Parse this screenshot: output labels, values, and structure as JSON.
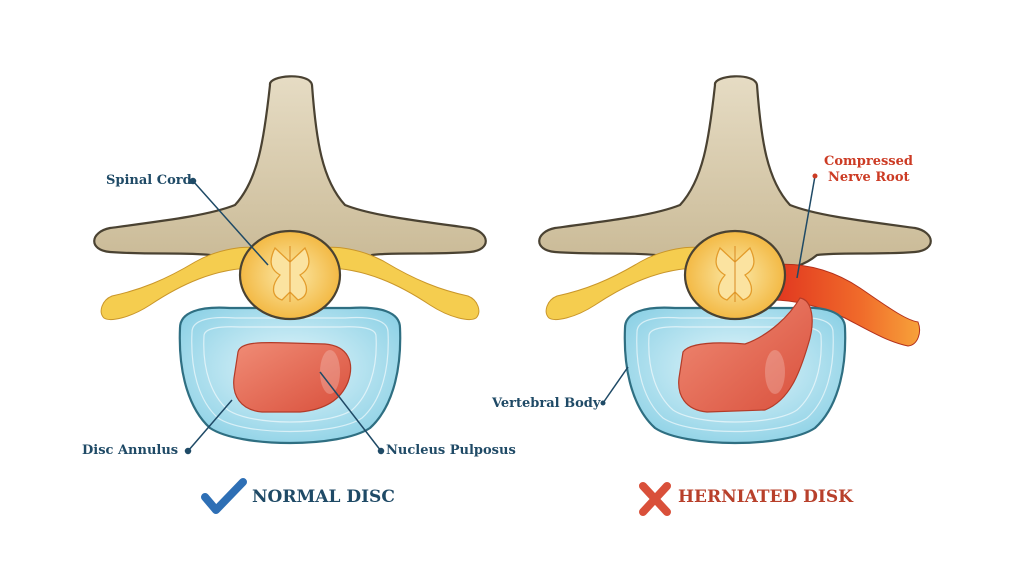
{
  "panels": {
    "normal": {
      "caption": "NORMAL DISC",
      "icon": "check-icon",
      "labels": {
        "spinal_cord": "Spinal Cord",
        "disc_annulus": "Disc Annulus",
        "nucleus_pulposus": "Nucleus Pulposus"
      }
    },
    "herniated": {
      "caption": "HERNIATED DISK",
      "icon": "cross-icon",
      "labels": {
        "compressed_line1": "Compressed",
        "compressed_line2": "Nerve Root",
        "vertebral_body": "Vertebral Body"
      }
    }
  },
  "colors": {
    "bone": "#d9cdb3",
    "bone_outline": "#4a4232",
    "disc": "#bfe6f2",
    "nucleus": "#e8604a",
    "nerve": "#f5cd4f",
    "compressed_nerve": "#e8452a",
    "label_blue": "#1f4a66",
    "label_red": "#cc3b24",
    "check": "#2e6fb5",
    "cross": "#d9503a"
  }
}
